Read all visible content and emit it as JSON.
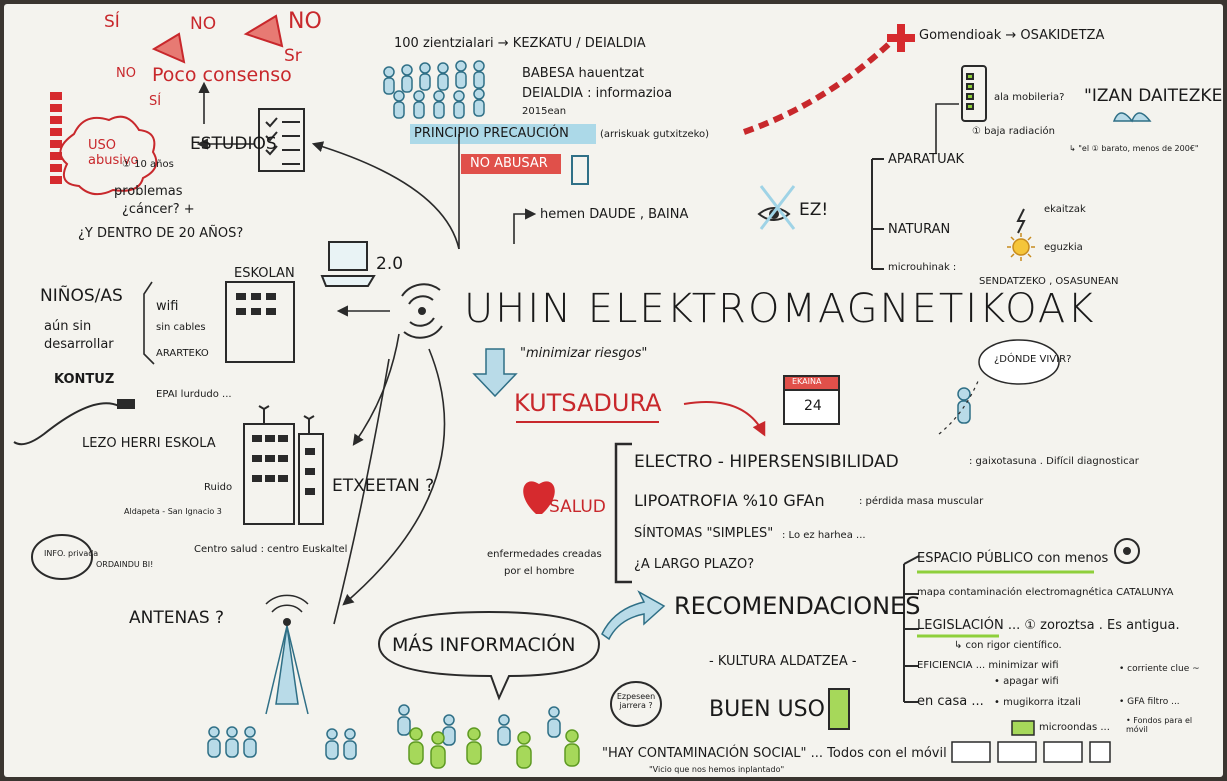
{
  "top_left": {
    "si1": "SÍ",
    "no1": "NO",
    "no2": "NO",
    "sr": "Sr",
    "no3": "NO",
    "poco_consenso": "Poco consenso",
    "si2": "SÍ",
    "uso_abusivo": "USO abusivo",
    "years": "① 10 años",
    "problemas": "problemas",
    "cancer": "¿cáncer? +",
    "dentro": "¿Y DENTRO DE 20 AÑOS?",
    "estudios": "ESTUDIOS"
  },
  "top_center": {
    "line1": "100 zientzialari → KEZKATU / DEIALDIA",
    "babesa": "BABESA hauentzat",
    "deialdia": "DEIALDIA : informazioa",
    "year": "2015ean",
    "principio": "PRINCIPIO PRECAUCIÓN",
    "principio_note": "(arriskuak gutxitzeko)",
    "no_abusar": "NO ABUSAR"
  },
  "top_right": {
    "gomendioak": "Gomendioak → OSAKIDETZA",
    "mobile_q": "ala mobileria?",
    "izan": "\"IZAN DAITEZKE\"",
    "baja": "① baja radiación",
    "precio": "↳ \"el ① barato, menos de 200€\"",
    "aparatuak": "APARATUAK",
    "naturan": "NATURAN",
    "ekaitzak": "ekaitzak",
    "eguzkia": "eguzkia",
    "microuhinak": "microuhinak :",
    "sendatzeko": "SENDATZEKO , OSASUNEAN",
    "hemen": "hemen DAUDE , BAINA",
    "ez": "EZ!"
  },
  "center": {
    "title": "UHIN ELEKTROMAGNETIKOAK",
    "subtitle": "\"minimizar riesgos\"",
    "version": "2.0",
    "kutsadura": "KUTSADURA",
    "calendar_label": "EKAINA",
    "calendar_day": "24",
    "donde": "¿DÓNDE VIVIR?"
  },
  "left": {
    "ninos": "NIÑOS/AS",
    "aun_sin": "aún sin",
    "desarrollar": "desarrollar",
    "kontuz": "KONTUZ",
    "eskolan": "ESKOLAN",
    "wifi": "wifi",
    "sin_cables": "sin cables",
    "ararteko": "ARARTEKO",
    "epai": "EPAI lurdudo ...",
    "lezo": "LEZO HERRI ESKOLA",
    "etxeetan": "ETXEETAN ?",
    "ruido": "Ruido",
    "aldapeta": "Aldapeta - San Ignacio 3",
    "centro": "Centro salud : centro Euskaltel",
    "info_bubble": "INFO. privada",
    "ordainduz": "ORDAINDU BI!",
    "antenas": "ANTENAS ?"
  },
  "salud": {
    "label": "SALUD",
    "enf1": "enfermedades creadas",
    "enf2": "por el hombre",
    "items": [
      {
        "text": "ELECTRO - HIPERSENSIBILIDAD",
        "note": ": gaixotasuna . Difícil diagnosticar"
      },
      {
        "text": "LIPOATROFIA %10 GFAn",
        "note": ": pérdida masa muscular"
      },
      {
        "text": "SÍNTOMAS \"SIMPLES\"",
        "note": ": Lo ez harhea ..."
      },
      {
        "text": "¿A LARGO PLAZO?",
        "note": ""
      }
    ]
  },
  "bottom": {
    "mas_info": "MÁS INFORMACIÓN",
    "recomendaciones": "RECOMENDACIONES",
    "kultura": "- KULTURA ALDATZEA -",
    "buen_uso": "BUEN USO",
    "ezpeseen": "Ezpeseen jarrera ?",
    "hay": "\"HAY CONTAMINACIÓN SOCIAL\" ... Todos con el móvil",
    "vicio": "\"Vicio que nos hemos inplantado\"",
    "espacio": "ESPACIO PÚBLICO con menos",
    "mapa": "mapa contaminación electromagnética CATALUNYA",
    "legislacion": "LEGISLACIÓN ... ① zoroztsa . Es antigua.",
    "rigor": "↳ con rigor científico.",
    "eficiencia": "EFICIENCIA ... minimizar wifi",
    "en_casa": "en casa ...",
    "apagar": "• apagar wifi",
    "mugikorra": "• mugikorra itzali",
    "microondas": "microondas ...",
    "corriente": "• corriente clue ~",
    "gfa": "• GFA filtro ...",
    "fondos": "• Fondos para el móvil"
  },
  "colors": {
    "red": "#d62a2e",
    "teal": "#2f6f86",
    "blue_hl": "#9fd3e6",
    "green": "#8ecf3b",
    "salmon": "#ef7a6a"
  }
}
